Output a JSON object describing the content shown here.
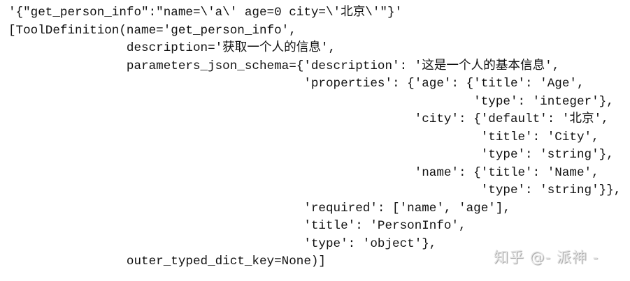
{
  "output": {
    "lines": [
      "'{\"get_person_info\":\"name=\\'a\\' age=0 city=\\'北京\\'\"}'",
      "[ToolDefinition(name='get_person_info',",
      "                description='获取一个人的信息',",
      "                parameters_json_schema={'description': '这是一个人的基本信息',",
      "                                        'properties': {'age': {'title': 'Age',",
      "                                                               'type': 'integer'},",
      "                                                       'city': {'default': '北京',",
      "                                                                'title': 'City',",
      "                                                                'type': 'string'},",
      "                                                       'name': {'title': 'Name',",
      "                                                                'type': 'string'}},",
      "                                        'required': ['name', 'age'],",
      "                                        'title': 'PersonInfo',",
      "                                        'type': 'object'},",
      "                outer_typed_dict_key=None)]"
    ]
  },
  "watermark": "知乎 @- 派神 -"
}
